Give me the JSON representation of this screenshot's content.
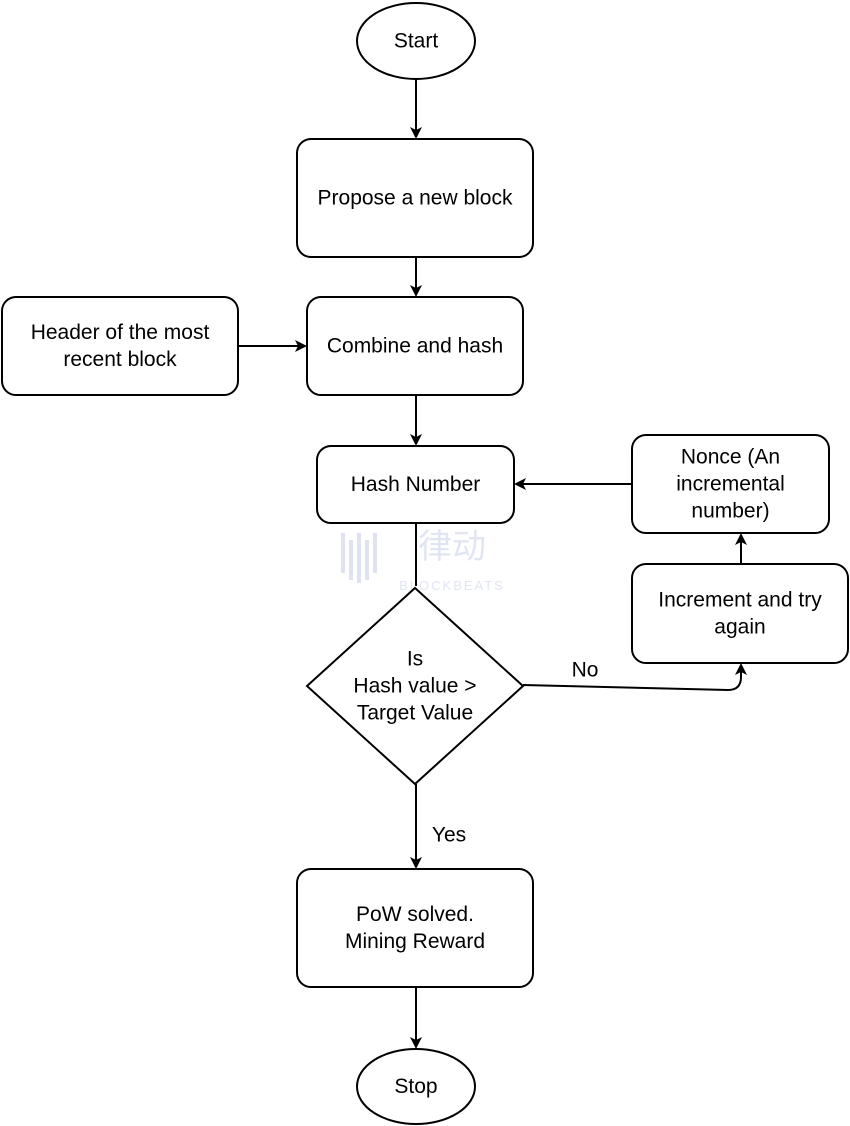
{
  "colors": {
    "stroke": "#000000",
    "fill": "#ffffff",
    "watermark": "#c5cde6"
  },
  "nodes": {
    "start": {
      "shape": "ellipse",
      "lines": [
        "Start"
      ]
    },
    "propose": {
      "shape": "rounded-rect",
      "lines": [
        "Propose a new block"
      ]
    },
    "header": {
      "shape": "rounded-rect",
      "lines": [
        "Header of the most",
        "recent block"
      ]
    },
    "combine": {
      "shape": "rounded-rect",
      "lines": [
        "Combine and hash"
      ]
    },
    "hash_number": {
      "shape": "rounded-rect",
      "lines": [
        "Hash Number"
      ]
    },
    "nonce": {
      "shape": "rounded-rect",
      "lines": [
        "Nonce (An",
        "incremental",
        "number)"
      ]
    },
    "increment": {
      "shape": "rounded-rect",
      "lines": [
        "Increment and try",
        "again"
      ]
    },
    "decision": {
      "shape": "diamond",
      "lines": [
        "Is",
        "Hash value >",
        "Target Value"
      ]
    },
    "solved": {
      "shape": "rounded-rect",
      "lines": [
        "PoW solved.",
        "Mining Reward"
      ]
    },
    "stop": {
      "shape": "ellipse",
      "lines": [
        "Stop"
      ]
    }
  },
  "edges": [
    {
      "from": "start",
      "to": "propose",
      "label": ""
    },
    {
      "from": "propose",
      "to": "combine",
      "label": ""
    },
    {
      "from": "header",
      "to": "combine",
      "label": ""
    },
    {
      "from": "combine",
      "to": "hash_number",
      "label": ""
    },
    {
      "from": "hash_number",
      "to": "decision",
      "label": ""
    },
    {
      "from": "decision",
      "to": "increment",
      "label": "No"
    },
    {
      "from": "increment",
      "to": "nonce",
      "label": ""
    },
    {
      "from": "nonce",
      "to": "hash_number",
      "label": ""
    },
    {
      "from": "decision",
      "to": "solved",
      "label": "Yes"
    },
    {
      "from": "solved",
      "to": "stop",
      "label": ""
    }
  ],
  "watermark": {
    "brand_cjk": "律动",
    "brand_latin": "BLOCKBEATS"
  }
}
